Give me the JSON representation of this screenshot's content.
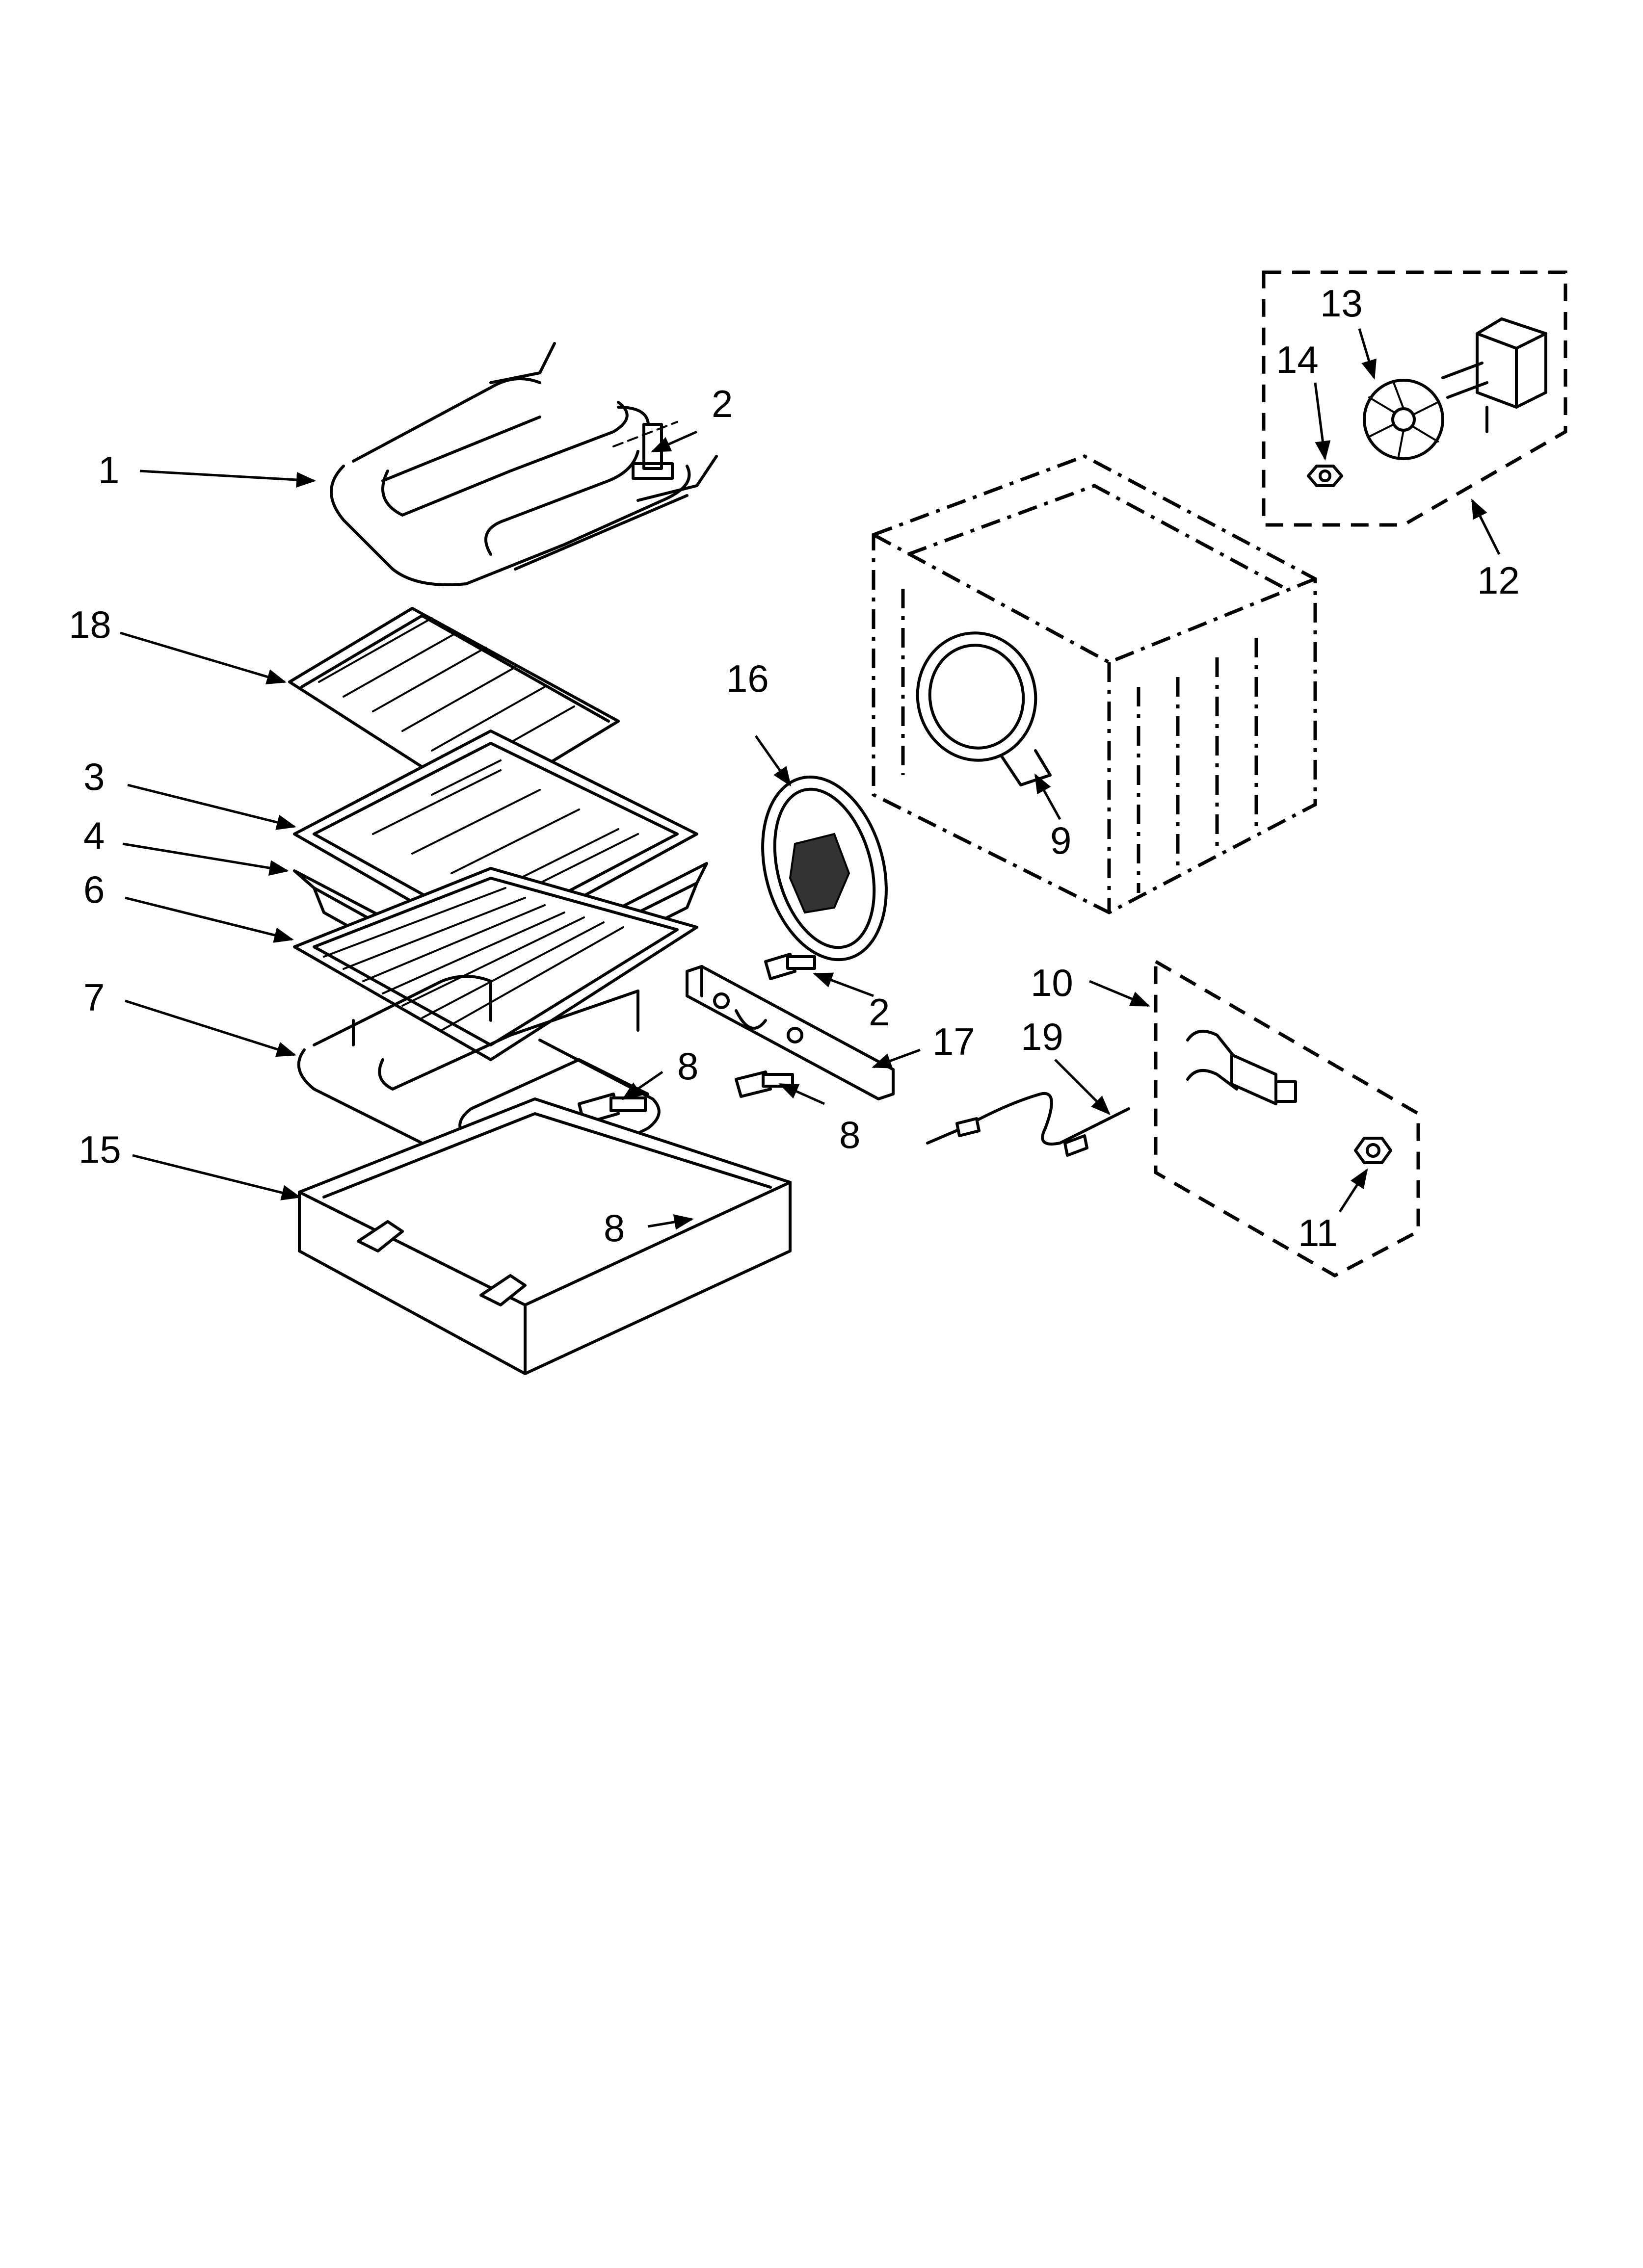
{
  "callouts": {
    "c1": "1",
    "c2a": "2",
    "c2b": "2",
    "c3": "3",
    "c4": "4",
    "c6": "6",
    "c7": "7",
    "c8a": "8",
    "c8b": "8",
    "c8c": "8",
    "c9": "9",
    "c10": "10",
    "c11": "11",
    "c12": "12",
    "c13": "13",
    "c14": "14",
    "c15": "15",
    "c16": "16",
    "c17": "17",
    "c18": "18",
    "c19": "19"
  }
}
